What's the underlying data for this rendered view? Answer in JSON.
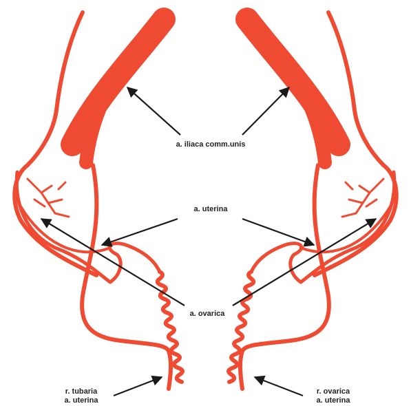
{
  "colors": {
    "artery": "#ef4b33",
    "arrow": "#1a1a1a",
    "background": "#ffffff"
  },
  "labels": {
    "iliaca": "a. iliaca comm.unis",
    "uterina": "a. uterina",
    "ovarica": "a. ovarica",
    "left_bottom_line1": "r. tubaria",
    "left_bottom_line2": "a. uterina",
    "right_bottom_line1": "r. ovarica",
    "right_bottom_line2": "a. uterina"
  }
}
